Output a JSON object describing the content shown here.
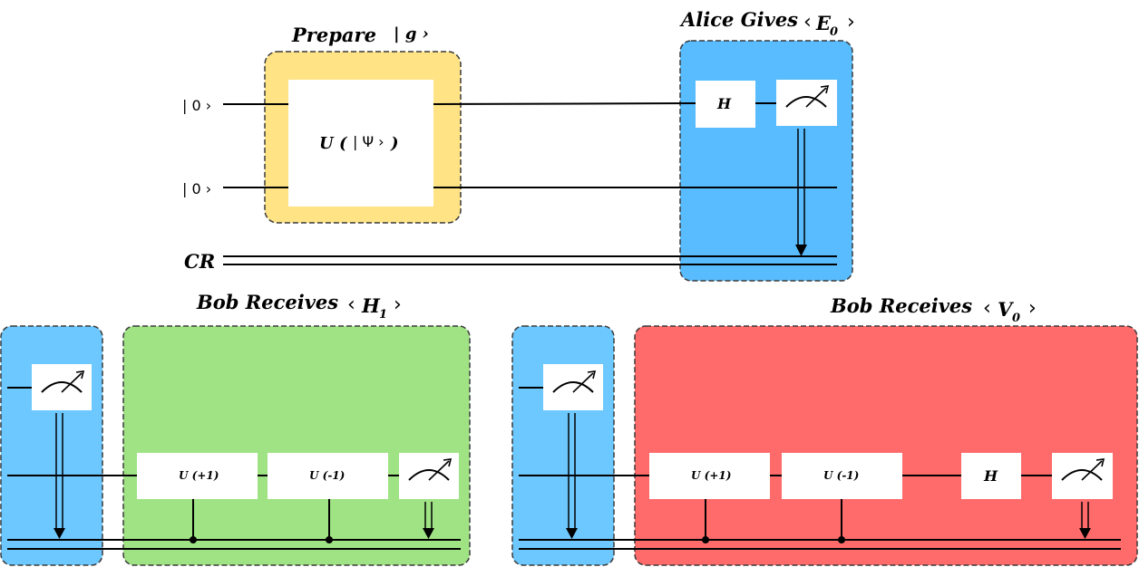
{
  "top": {
    "prepare_label": "Prepare",
    "prepare_ket": "| g ›",
    "unitary_gate": "U (",
    "unitary_ket": "| Ψ ›",
    "unitary_close": ")",
    "qubit0_label": "| 0 ›",
    "qubit1_label": "| 0 ›",
    "cr_label": "CR",
    "alice_label": "Alice Gives",
    "alice_ket_open": "‹",
    "alice_E": "E",
    "alice_sub": "0",
    "alice_ket_close": "›",
    "h_gate": "H"
  },
  "bob_h": {
    "label": "Bob Receives",
    "ket_open": "‹",
    "symbol": "H",
    "sub": "1",
    "ket_close": "›",
    "u_plus": "U (+1)",
    "u_minus": "U (-1)"
  },
  "bob_v": {
    "label": "Bob Receives",
    "ket_open": "‹",
    "symbol": "V",
    "sub": "0",
    "ket_close": "›",
    "u_plus": "U (+1)",
    "u_minus": "U (-1)",
    "h_gate": "H"
  },
  "colors": {
    "prepare": "#FFE385",
    "alice": "#58BCFE",
    "bob_measure": "#6DC8FF",
    "bob_h": "#A0E385",
    "bob_v": "#FF6B6B"
  }
}
